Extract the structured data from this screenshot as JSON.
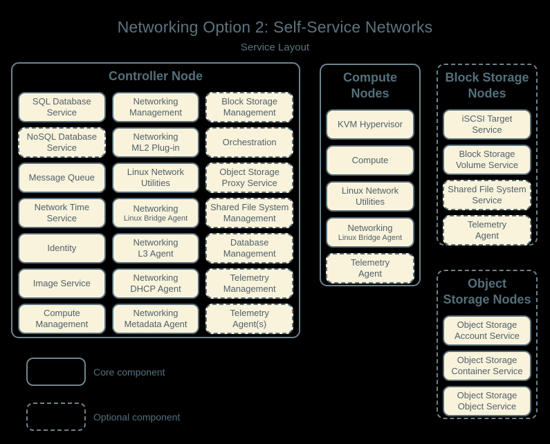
{
  "title": "Networking Option 2: Self-Service Networks",
  "subtitle": "Service Layout",
  "colors": {
    "background": "#000000",
    "panel_border": "#6f858f",
    "service_fill": "#faf3dc",
    "service_border": "#57707c",
    "service_text": "#4f6168",
    "heading_text": "#54707c"
  },
  "panels": [
    {
      "title": "Controller Node",
      "dashed": false,
      "services": [
        {
          "label": "SQL Database\nService",
          "optional": false
        },
        {
          "label": "Networking\nManagement",
          "optional": false
        },
        {
          "label": "Block Storage\nManagement",
          "optional": true
        },
        {
          "label": "NoSQL Database\nService",
          "optional": true
        },
        {
          "label": "Networking\nML2 Plug-in",
          "optional": false
        },
        {
          "label": "Orchestration",
          "optional": true
        },
        {
          "label": "Message Queue",
          "optional": false
        },
        {
          "label": "Linux Network\nUtilities",
          "optional": false
        },
        {
          "label": "Object Storage\nProxy Service",
          "optional": true
        },
        {
          "label": "Network Time\nService",
          "optional": false
        },
        {
          "label": "Networking",
          "sublabel": "Linux Bridge Agent",
          "optional": false
        },
        {
          "label": "Shared File System\nManagement",
          "optional": true
        },
        {
          "label": "Identity",
          "optional": false
        },
        {
          "label": "Networking\nL3 Agent",
          "optional": false
        },
        {
          "label": "Database\nManagement",
          "optional": true
        },
        {
          "label": "Image Service",
          "optional": false
        },
        {
          "label": "Networking\nDHCP Agent",
          "optional": false
        },
        {
          "label": "Telemetry\nManagement",
          "optional": true
        },
        {
          "label": "Compute\nManagement",
          "optional": false
        },
        {
          "label": "Networking\nMetadata Agent",
          "optional": false
        },
        {
          "label": "Telemetry\nAgent(s)",
          "optional": true
        }
      ]
    },
    {
      "title": "Compute\nNodes",
      "dashed": false,
      "services": [
        {
          "label": "KVM Hypervisor",
          "optional": false
        },
        {
          "label": "Compute",
          "optional": false
        },
        {
          "label": "Linux Network\nUtilities",
          "optional": false
        },
        {
          "label": "Networking",
          "sublabel": "Linux Bridge Agent",
          "optional": false
        },
        {
          "label": "Telemetry\nAgent",
          "optional": true
        }
      ]
    },
    {
      "title": "Block Storage\nNodes",
      "dashed": true,
      "services": [
        {
          "label": "iSCSI Target\nService",
          "optional": false
        },
        {
          "label": "Block Storage\nVolume Service",
          "optional": false
        },
        {
          "label": "Shared File System\nService",
          "optional": true
        },
        {
          "label": "Telemetry\nAgent",
          "optional": true
        }
      ]
    },
    {
      "title": "Object\nStorage Nodes",
      "dashed": true,
      "services": [
        {
          "label": "Object Storage\nAccount Service",
          "optional": false
        },
        {
          "label": "Object Storage\nContainer Service",
          "optional": false
        },
        {
          "label": "Object Storage\nObject Service",
          "optional": false
        }
      ]
    }
  ],
  "legend": {
    "core_label": "Core component",
    "optional_label": "Optional component"
  }
}
